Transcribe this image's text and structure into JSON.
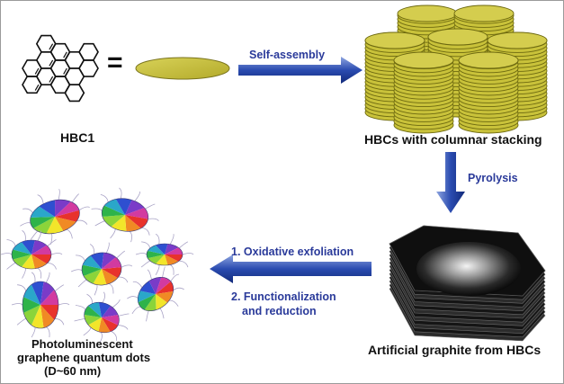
{
  "labels": {
    "molecule": "HBC1",
    "equals": "=",
    "self_assembly": "Self-assembly",
    "columnar": "HBCs with columnar stacking",
    "pyrolysis": "Pyrolysis",
    "step1": "1. Oxidative exfoliation",
    "step2_line1": "2. Functionalization",
    "step2_line2": "and reduction",
    "graphite": "Artificial graphite from HBCs",
    "qd_line1": "Photoluminescent",
    "qd_line2": "graphene quantum dots",
    "qd_line3": "(D~60 nm)"
  },
  "colors": {
    "disc_fill": "#c9c23a",
    "disc_edge": "#6e6a10",
    "arrow_blue": "#1f3a93",
    "label_blue": "#2a3a9a",
    "graphite_dark": "#0d0d0d"
  }
}
